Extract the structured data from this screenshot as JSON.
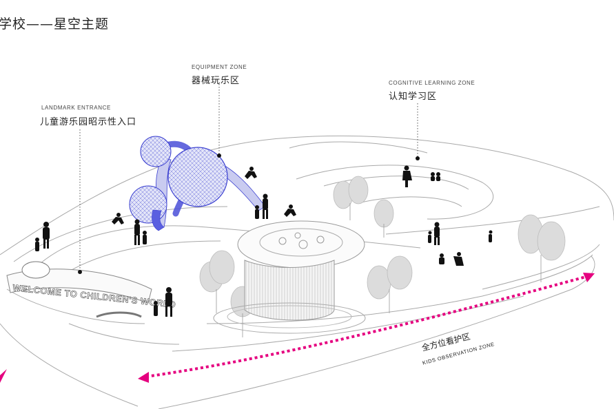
{
  "title": "学校——星空主题",
  "zones": {
    "landmark": {
      "en": "LANDMARK ENTRANCE",
      "cn": "儿童游乐园昭示性入口"
    },
    "equipment": {
      "en": "EQUIPMENT ZONE",
      "cn": "器械玩乐区"
    },
    "cognitive": {
      "en": "COGNITIVE LEARNING ZONE",
      "cn": "认知学习区"
    },
    "observation": {
      "cn": "全方位看护区",
      "en": "KIDS OBSERVATION ZONE"
    }
  },
  "sign_text": "WELCOME TO CHILDREN'S WORLD",
  "colors": {
    "accent": "#e5007f",
    "sphere": "#3a3fd0",
    "sphere_fill": "#dde0f7",
    "tree": "#dcdcdc",
    "line": "#9a9a9a",
    "figure": "#111111"
  }
}
